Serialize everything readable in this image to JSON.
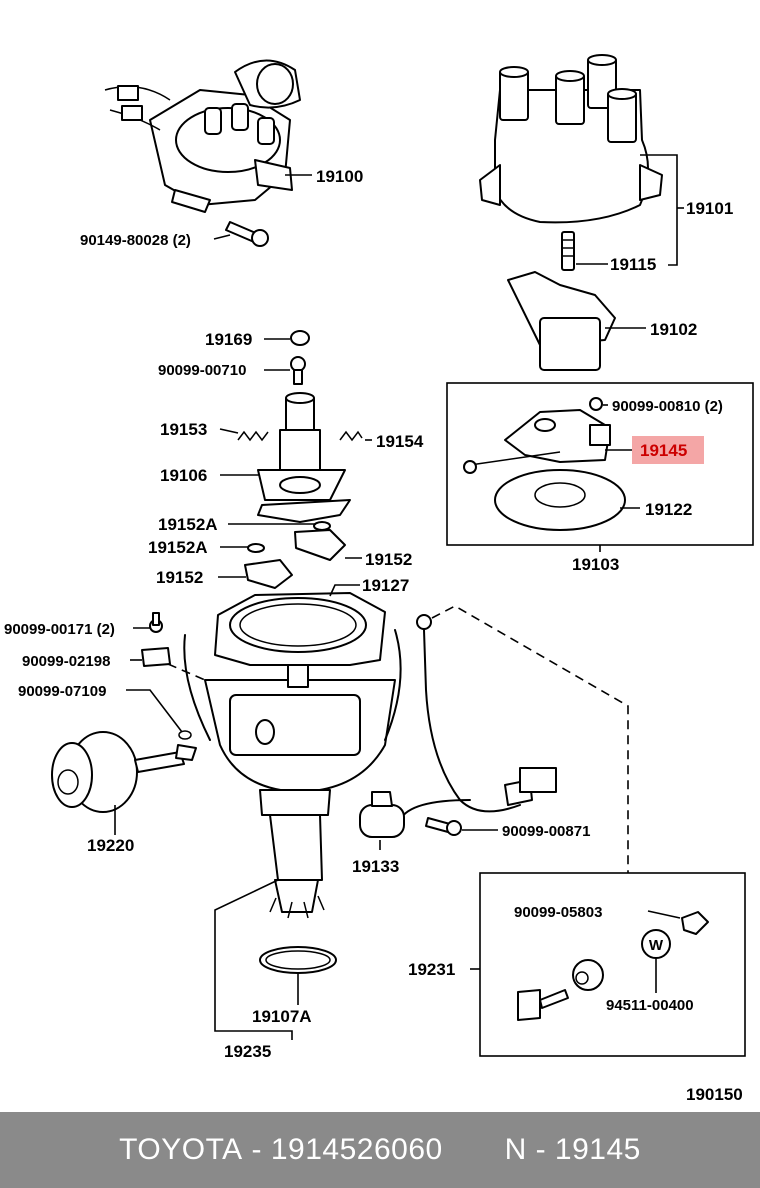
{
  "diagram": {
    "diagram_number": "190150",
    "highlight_color": "#f4a6a6",
    "callouts": [
      {
        "id": "c19100",
        "text": "19100"
      },
      {
        "id": "c90149",
        "text": "90149-80028 (2)"
      },
      {
        "id": "c19101",
        "text": "19101"
      },
      {
        "id": "c19115",
        "text": "19115"
      },
      {
        "id": "c19102",
        "text": "19102"
      },
      {
        "id": "c19169",
        "text": "19169"
      },
      {
        "id": "c90099_00710",
        "text": "90099-00710"
      },
      {
        "id": "c19153",
        "text": "19153"
      },
      {
        "id": "c19154",
        "text": "19154"
      },
      {
        "id": "c19106",
        "text": "19106"
      },
      {
        "id": "c19152A_1",
        "text": "19152A"
      },
      {
        "id": "c19152A_2",
        "text": "19152A"
      },
      {
        "id": "c19152_r",
        "text": "19152"
      },
      {
        "id": "c19152_l",
        "text": "19152"
      },
      {
        "id": "c19127",
        "text": "19127"
      },
      {
        "id": "c90099_00810",
        "text": "90099-00810 (2)"
      },
      {
        "id": "c19145",
        "text": "19145",
        "highlighted": true
      },
      {
        "id": "c19122",
        "text": "19122"
      },
      {
        "id": "c19103",
        "text": "19103"
      },
      {
        "id": "c90099_00171",
        "text": "90099-00171 (2)"
      },
      {
        "id": "c90099_02198",
        "text": "90099-02198"
      },
      {
        "id": "c90099_07109",
        "text": "90099-07109"
      },
      {
        "id": "c19220",
        "text": "19220"
      },
      {
        "id": "c90099_00871",
        "text": "90099-00871"
      },
      {
        "id": "c19133",
        "text": "19133"
      },
      {
        "id": "c90099_05803",
        "text": "90099-05803"
      },
      {
        "id": "c19231",
        "text": "19231"
      },
      {
        "id": "c94511",
        "text": "94511-00400"
      },
      {
        "id": "c19107A",
        "text": "19107A"
      },
      {
        "id": "c19235",
        "text": "19235"
      }
    ]
  },
  "footer": {
    "brand": "TOYOTA",
    "separator": " - ",
    "part_number": "1914526060",
    "gap": "       ",
    "ref_prefix": "N - ",
    "ref_number": "19145"
  }
}
